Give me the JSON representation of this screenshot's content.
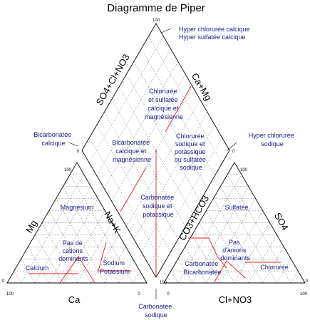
{
  "title": "Diagramme de Piper",
  "colors": {
    "zone_text": "#1a1a8c",
    "divider": "#e02020",
    "outline": "#000000",
    "grid": "#777777"
  },
  "axes": {
    "diamond_left": "SO4+Cl+NO3",
    "diamond_right": "Ca+Mg",
    "cation_left": "Mg",
    "cation_right": "Na+K",
    "cation_bottom": "Ca",
    "anion_left": "CO3+HCO3",
    "anion_right": "SO4",
    "anion_bottom": "Cl+NO3"
  },
  "ticks": {
    "diamond_top": "100",
    "diamond_left": "0",
    "diamond_right": "0",
    "diamond_bottom": "100",
    "cation_top": "100",
    "cation_bottom_left": "100",
    "cation_bottom_right": "0",
    "cation_corner_left": "0",
    "anion_top": "100",
    "anion_bottom_left": "0",
    "anion_bottom_right": "100",
    "anion_corner_right": "0"
  },
  "zones": {
    "hyper_chloruree_calcique": [
      "Hyper chlorurée calcique",
      "Hyper sulfatée calcique"
    ],
    "chloruree_sulfatee": [
      "Chlorurée",
      "et sulfatée",
      "calcique et",
      "magnésienne"
    ],
    "bicarbonatee_calcique": [
      "Bicarbonatée",
      "calcique"
    ],
    "bicarbonatee_calcique_magnesienne": [
      "Bicarbonatée",
      "calcique et",
      "magnésienne"
    ],
    "chloruree_sodique": [
      "Chlorurée",
      "sodique et",
      "potassique",
      "ou sulfatée",
      "sodique"
    ],
    "hyper_chloruree_sodique": [
      "Hyper chlorurée",
      "sodique"
    ],
    "carbonatee_sodique_potassique": [
      "Carbonatée",
      "sodique et",
      "potassique"
    ],
    "magnesium": [
      "Magnésium"
    ],
    "pas_de_cations": [
      "Pas de",
      "cations",
      "dominants"
    ],
    "calcium": [
      "Calcium"
    ],
    "sodium_potassium": [
      "Sodium",
      "Potassium"
    ],
    "carbonatee_sodique": [
      "Carbonatée",
      "sodique"
    ],
    "sulfatee": [
      "Sulfatée"
    ],
    "pas_d_anions": [
      "Pas",
      "d'anions",
      "dominants"
    ],
    "carbonatee_bicarbonatee": [
      "Carbonatée",
      "Bicarbonatée"
    ],
    "chloruree": [
      "Chlorurée"
    ]
  }
}
